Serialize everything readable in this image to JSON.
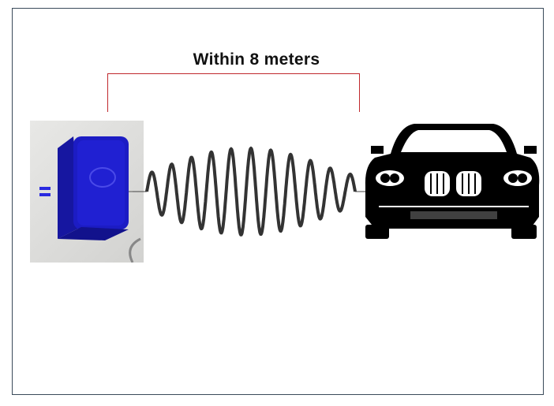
{
  "title": "Within 8 meters",
  "colors": {
    "bracket": "#c0282d",
    "device": "#1a1ab8",
    "wave": "#333333",
    "car": "#000000"
  },
  "elements": {
    "sensor": "parking-sensor-device-photo",
    "signal": "wireless-signal-wave",
    "vehicle": "car-front-icon"
  }
}
